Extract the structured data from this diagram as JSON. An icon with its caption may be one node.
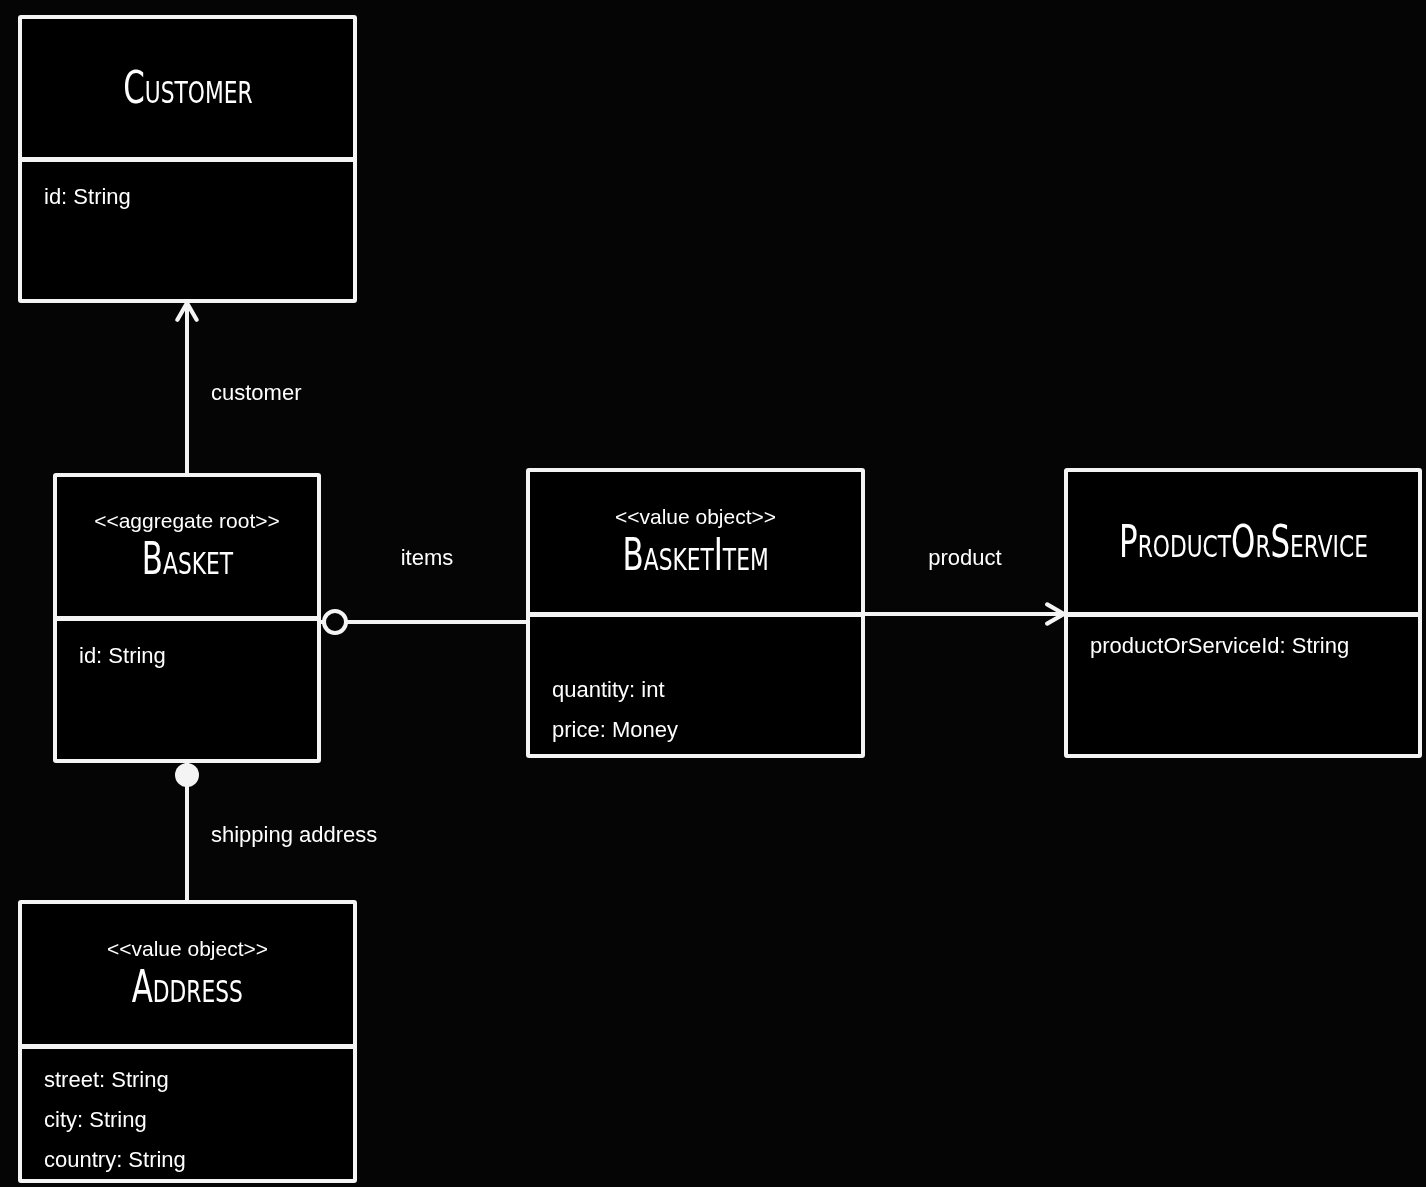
{
  "diagram": {
    "nodes": [
      {
        "text": [
          "Customer",
          "id: String"
        ]
      },
      {
        "text": [
          "<<aggregate root>>",
          "Basket",
          "id: String"
        ]
      },
      {
        "text": [
          "<<value object>>",
          "BasketItem",
          "quantity: int",
          "price: Money"
        ]
      },
      {
        "text": [
          "ProductOrService",
          "productOrServiceId: String"
        ]
      },
      {
        "text": [
          "<<value object>>",
          "Address",
          "street: String",
          "city: String",
          "country: String"
        ]
      }
    ],
    "edges": [
      {
        "from": 1,
        "to": 0,
        "arrow": "to",
        "label": "customer"
      },
      {
        "from": 1,
        "to": 2,
        "arrow": "other",
        "label": "items"
      },
      {
        "from": 2,
        "to": 3,
        "arrow": "to",
        "label": "product"
      },
      {
        "from": 1,
        "to": 4,
        "arrow": "other",
        "label": "shipping address"
      }
    ]
  }
}
